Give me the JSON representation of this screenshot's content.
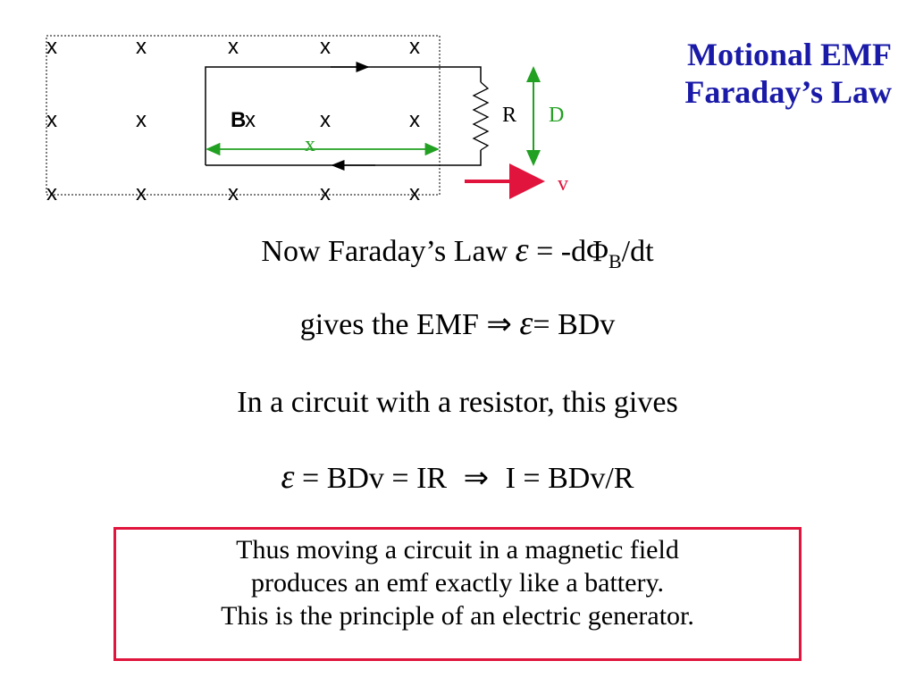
{
  "title": {
    "line1": "Motional EMF",
    "line2": "Faraday’s Law"
  },
  "diagram": {
    "field_symbol": "x",
    "b_label": "B",
    "x_label": "x",
    "r_label": "R",
    "d_label": "D",
    "v_label": "v",
    "colors": {
      "dimension": "#22a022",
      "velocity": "#e0143c",
      "title": "#1a1aa8"
    }
  },
  "equations": {
    "line1_text": "Now Faraday’s Law",
    "line1_eq": "= -dΦ",
    "line1_sub": "B",
    "line1_end": "/dt",
    "line2_text": "gives the EMF",
    "implies": "⇒",
    "line2_eq": "=  BDv",
    "line3": "In a circuit with a resistor, this gives",
    "line4_a": "=  BDv = IR",
    "line4_b": "I = BDv/R",
    "eps": "ε"
  },
  "box": {
    "line1": "Thus moving a circuit in a magnetic field",
    "line2": "produces an emf exactly like a battery.",
    "line3": "This is the principle of an electric generator."
  }
}
